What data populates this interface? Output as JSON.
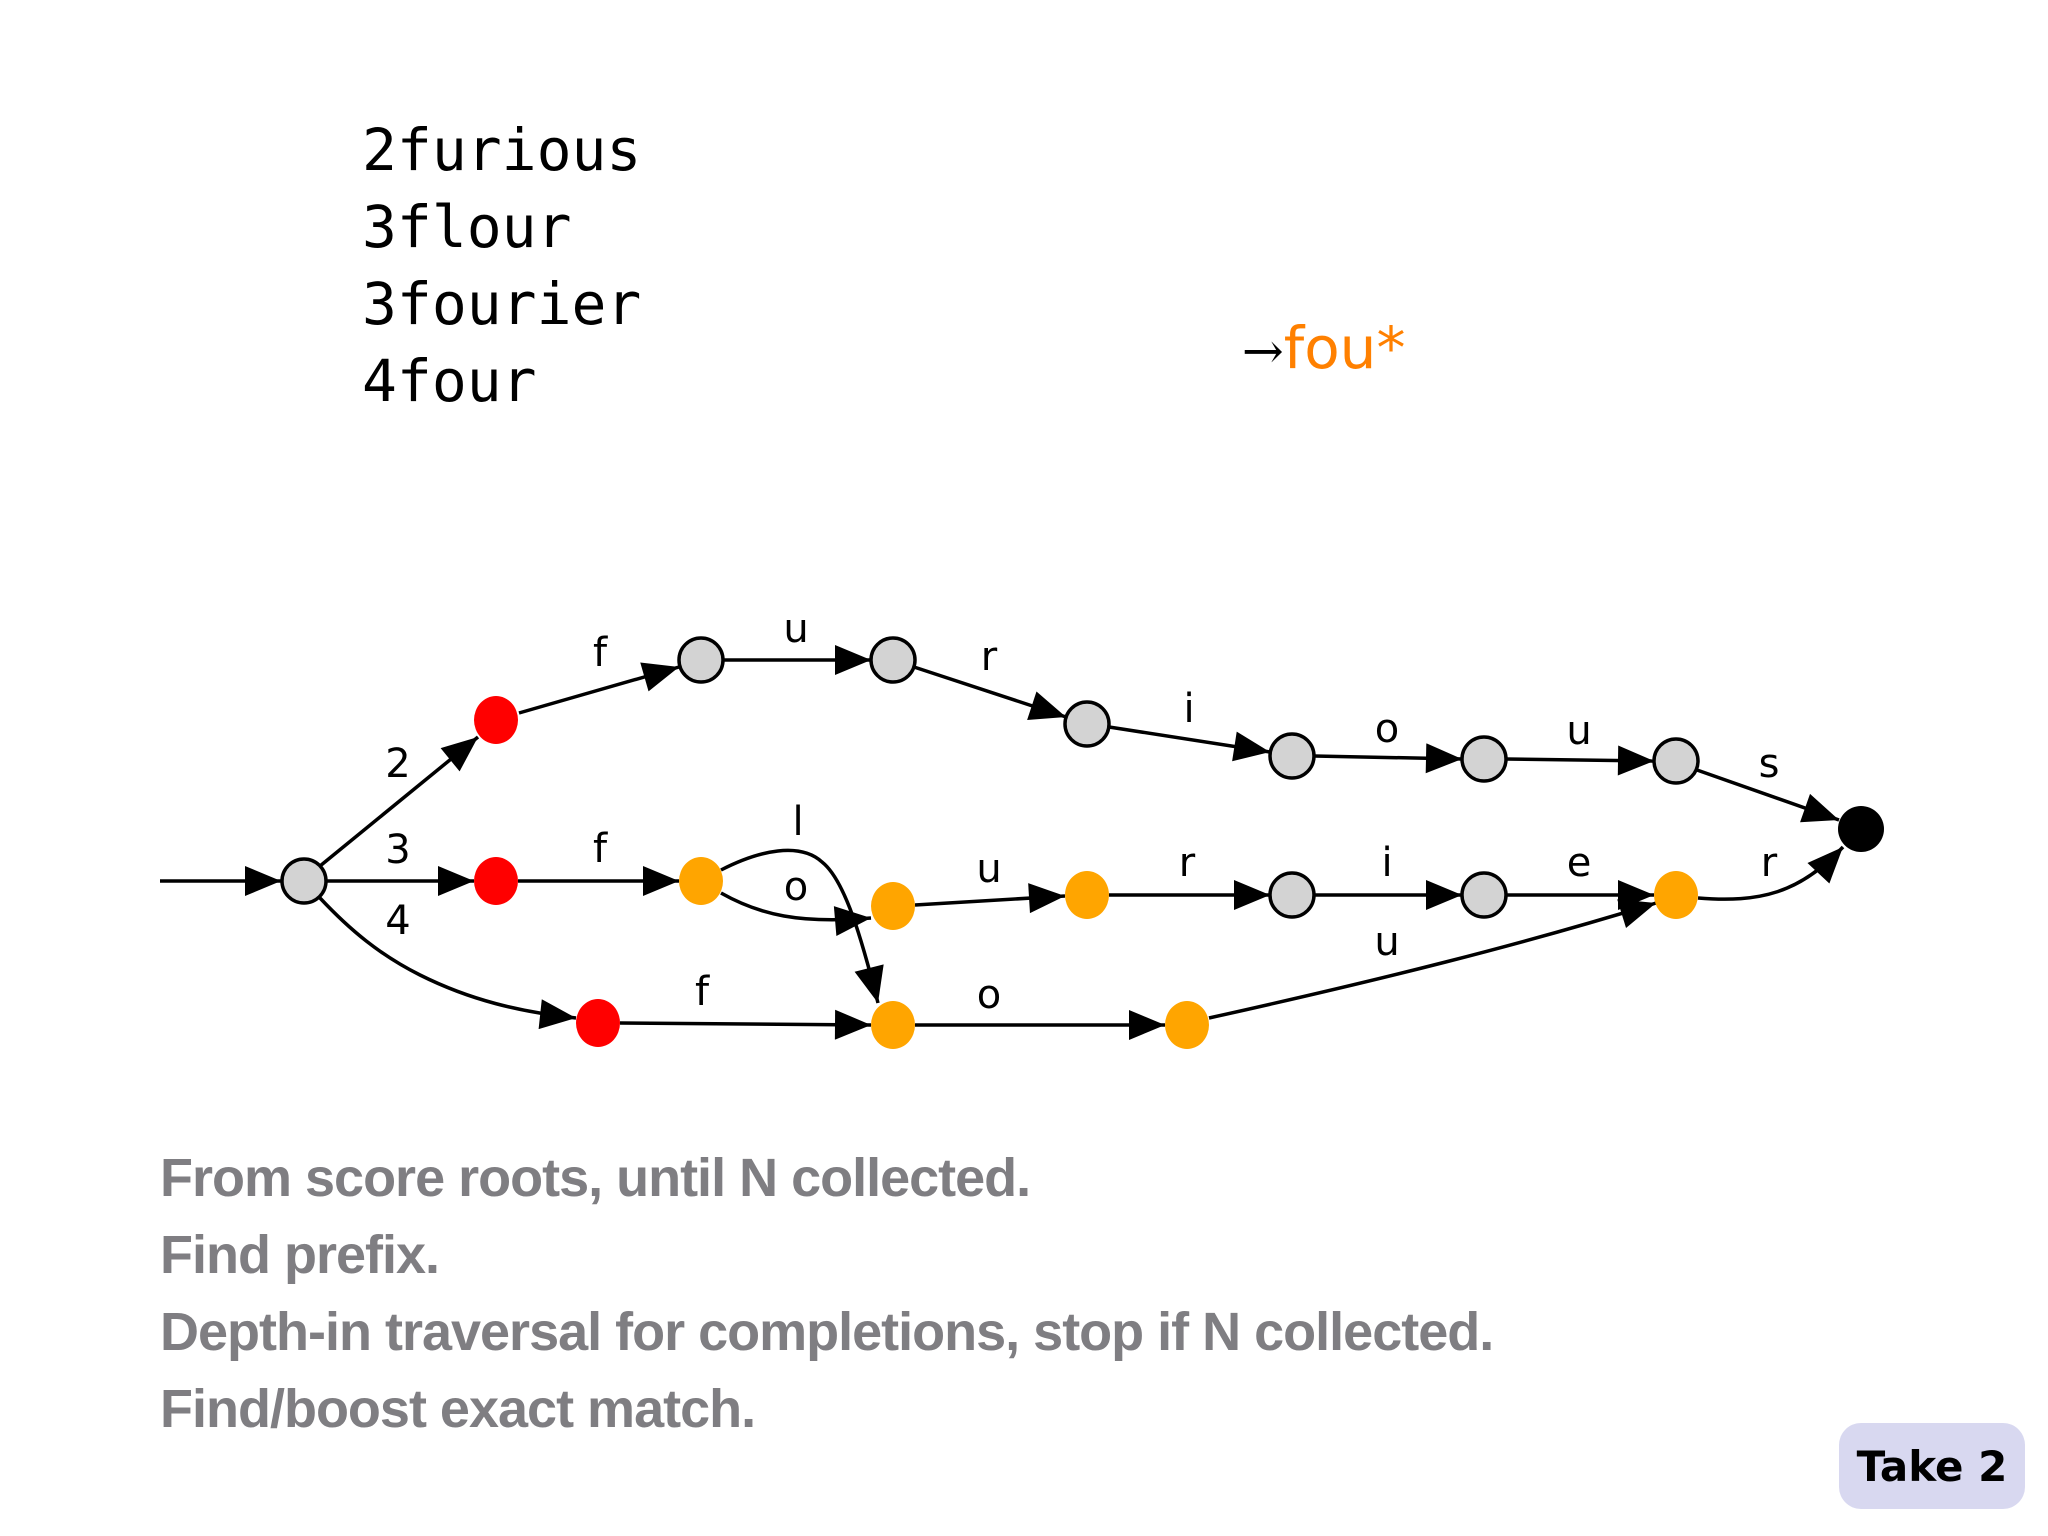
{
  "word_list": {
    "entries": [
      "2furious",
      "3flour",
      "3fourier",
      "4four"
    ]
  },
  "query": {
    "arrow": "→",
    "prefix": "fou*",
    "prefix_color": "#ff8000"
  },
  "graph": {
    "colors": {
      "grey": "#d3d3d3",
      "red": "#ff0000",
      "orange": "#ffa500",
      "final": "#000000"
    },
    "edge_labels": {
      "root_2": "2",
      "root_3": "3",
      "root_4": "4",
      "top_f": "f",
      "top_u": "u",
      "top_r": "r",
      "top_i": "i",
      "top_o": "o",
      "top_u2": "u",
      "top_s": "s",
      "mid_f": "f",
      "mid_l": "l",
      "mid_o": "o",
      "mid_u": "u",
      "mid_r": "r",
      "mid_i": "i",
      "mid_e": "e",
      "mid_r2": "r",
      "bot_f": "f",
      "bot_o": "o",
      "bot_u": "u"
    }
  },
  "steps": [
    "From score roots, until N collected.",
    "Find prefix.",
    "Depth-in traversal for completions, stop if N collected.",
    "Find/boost exact match."
  ],
  "badge": {
    "label": "Take 2"
  }
}
